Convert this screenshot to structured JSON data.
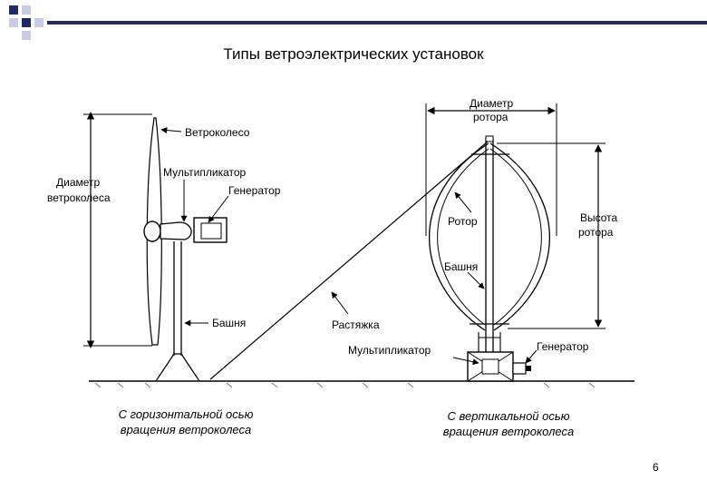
{
  "slide": {
    "title": "Типы ветроэлектрических установок",
    "page_number": "6"
  },
  "theme": {
    "square_dark": "#1f2a66",
    "square_light": "#c6cbe6",
    "bar": "#1f2a66"
  },
  "labels": {
    "rotor_wheel": "Ветроколесо",
    "wheel_diameter_line1": "Диаметр",
    "wheel_diameter_line2": "ветроколеса",
    "multiplier_left": "Мультипликатор",
    "generator_left": "Генератор",
    "tower_left": "Башня",
    "guy_wire": "Растяжка",
    "rotor_diameter_line1": "Диаметр",
    "rotor_diameter_line2": "ротора",
    "rotor": "Ротор",
    "tower_right": "Башня",
    "rotor_height_line1": "Высота",
    "rotor_height_line2": "ротора",
    "multiplier_right": "Мультипликатор",
    "generator_right": "Генератор"
  },
  "captions": {
    "horizontal_line1": "С горизонтальной осью",
    "horizontal_line2": "вращения ветроколеса",
    "vertical_line1": "С вертикальной осью",
    "vertical_line2": "вращения ветроколеса"
  }
}
